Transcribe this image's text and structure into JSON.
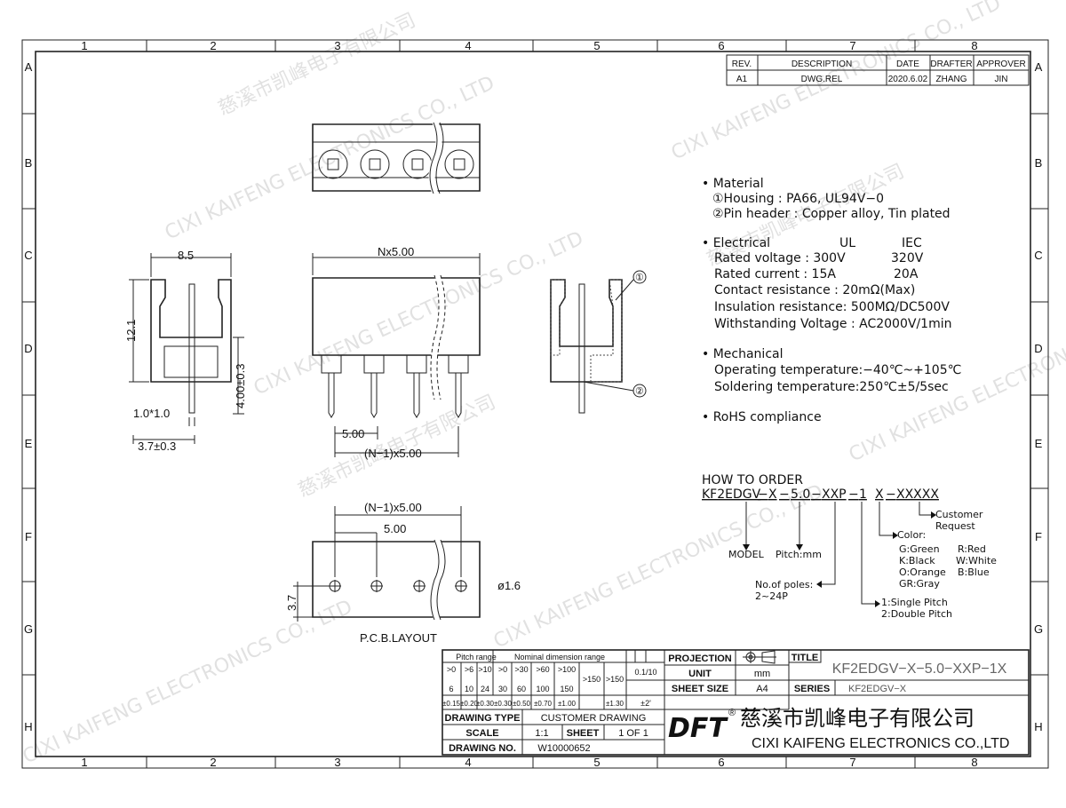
{
  "frame": {
    "columns": [
      "1",
      "2",
      "3",
      "4",
      "5",
      "6",
      "7",
      "8"
    ],
    "rows": [
      "A",
      "B",
      "C",
      "D",
      "E",
      "F",
      "G",
      "H"
    ]
  },
  "revision_table": {
    "headers": [
      "REV.",
      "DESCRIPTION",
      "DATE",
      "DRAFTER",
      "APPROVER"
    ],
    "rows": [
      [
        "A1",
        "DWG.REL",
        "2020.6.02",
        "ZHANG",
        "JIN"
      ]
    ]
  },
  "watermark": {
    "cn": "慈溪市凯峰电子有限公司",
    "en": "CIXI KAIFENG ELECTRONICS CO., LTD",
    "logo_text": "KAIFENG"
  },
  "dimensions": {
    "width": "8.5",
    "height": "12.1",
    "pin_height": "4.00±0.3",
    "pin_size": "1.0*1.0",
    "pin_offset": "3.7±0.3",
    "total_length": "Nx5.00",
    "pitch": "5.00",
    "span": "(N−1)x5.00",
    "pcb_span": "(N−1)x5.00",
    "pcb_pitch": "5.00",
    "pcb_row": "3.7",
    "hole": "ø1.6",
    "callout_1": "①",
    "callout_2": "②",
    "pcb_label": "P.C.B.LAYOUT"
  },
  "specs": {
    "material_title": "• Material",
    "material": [
      "①Housing : PA66, UL94V−0",
      "②Pin header : Copper alloy, Tin plated"
    ],
    "electrical_title": "• Electrical",
    "ul": "UL",
    "iec": "IEC",
    "electrical": [
      [
        "Rated voltage : 300V",
        "320V"
      ],
      [
        "Rated current : 15A",
        "20A"
      ]
    ],
    "electrical_other": [
      "Contact resistance : 20mΩ(Max)",
      "Insulation resistance: 500MΩ/DC500V",
      "Withstanding Voltage : AC2000V/1min"
    ],
    "mechanical_title": "• Mechanical",
    "mechanical": [
      "Operating temperature:−40℃~+105℃",
      "Soldering temperature:250℃±5/5sec"
    ],
    "rohs": "• RoHS compliance"
  },
  "order": {
    "title": "HOW TO ORDER",
    "code_parts": [
      "KF2EDGV",
      "−",
      "X",
      "−",
      "5.0",
      "−",
      "XXP",
      "−",
      "1",
      "X",
      "−",
      "XXXXX"
    ],
    "model": "MODEL",
    "pitch": "Pitch:mm",
    "poles": [
      "No.of poles:",
      "2~24P"
    ],
    "pitch_type": [
      "1:Single Pitch",
      "2:Double Pitch"
    ],
    "color_title": "Color:",
    "colors": [
      [
        "G:Green",
        "R:Red"
      ],
      [
        "K:Black",
        "W:White"
      ],
      [
        "O:Orange",
        "B:Blue"
      ],
      [
        "GR:Gray",
        ""
      ]
    ],
    "customer": [
      "Customer",
      "Request"
    ]
  },
  "title_block": {
    "pitch_range": "Pitch range",
    "nominal_range": "Nominal dimension range",
    "pitch_cols": [
      [
        ">0",
        "6"
      ],
      [
        ">6",
        "10"
      ],
      [
        ">10",
        "24"
      ]
    ],
    "nominal_cols": [
      [
        ">0",
        "30"
      ],
      [
        ">30",
        "60"
      ],
      [
        ">60",
        "100"
      ],
      [
        ">100",
        "150"
      ]
    ],
    "over150": ">150",
    "tolerances": [
      "±0.15",
      "±0.20",
      "±0.30",
      "±0.30",
      "±0.50",
      "±0.70",
      "±1.00",
      "±1.30"
    ],
    "flatness": "0.1/10",
    "angle": "±2'",
    "projection_label": "PROJECTION",
    "unit_label": "UNIT",
    "unit": "mm",
    "sheet_size_label": "SHEET SIZE",
    "sheet_size": "A4",
    "title_label": "TITLE",
    "title": "KF2EDGV−X−5.0−XXP−1X",
    "series_label": "SERIES",
    "series": "KF2EDGV−X",
    "drawing_type_label": "DRAWING TYPE",
    "drawing_type": "CUSTOMER DRAWING",
    "scale_label": "SCALE",
    "scale": "1:1",
    "sheet_label": "SHEET",
    "sheet": "1 OF 1",
    "drawing_no_label": "DRAWING NO.",
    "drawing_no": "W10000652",
    "logo": "DFT",
    "company_cn": "慈溪市凯峰电子有限公司",
    "company_en": "CIXI KAIFENG ELECTRONICS CO.,LTD",
    "registered": "®"
  }
}
